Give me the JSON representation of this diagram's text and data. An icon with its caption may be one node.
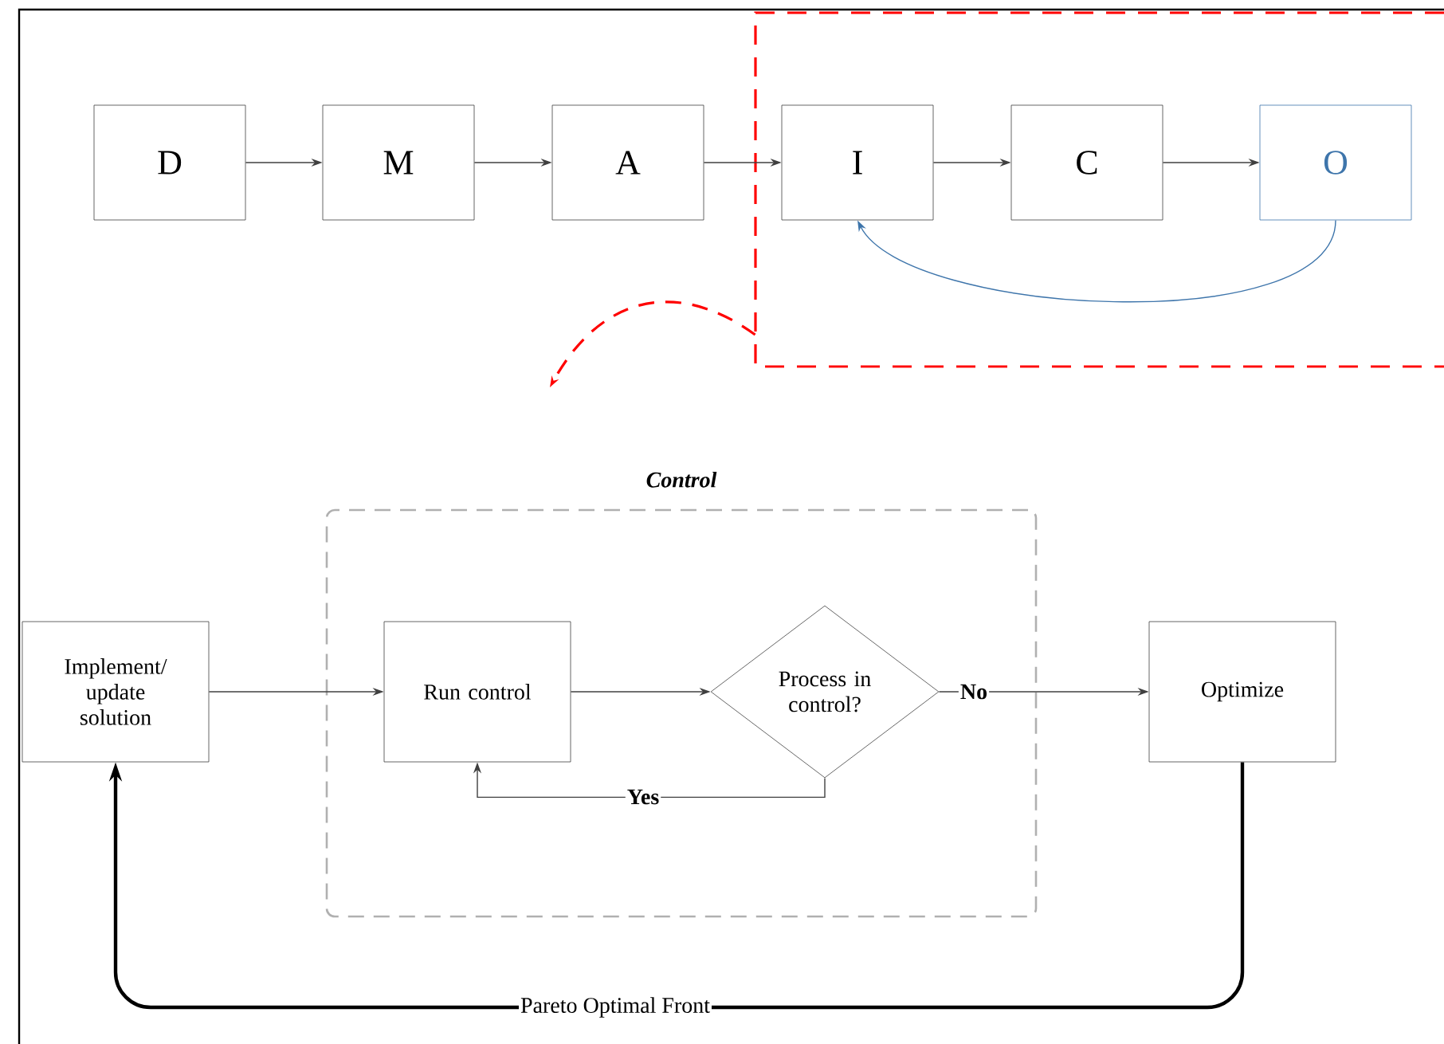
{
  "diagram": {
    "nodes": [
      {
        "text": [
          "D"
        ]
      },
      {
        "text": [
          "M"
        ]
      },
      {
        "text": [
          "A"
        ]
      },
      {
        "text": [],
        "shape": "box"
      },
      {
        "text": [
          "I"
        ],
        "in": 3
      },
      {
        "text": [
          "C"
        ],
        "in": 3
      },
      {
        "text": [
          "O"
        ],
        "in": 3
      },
      {
        "text": [
          "Control"
        ]
      },
      {
        "text": [
          "Implement/ update solution"
        ]
      },
      {
        "text": [
          "Run control"
        ],
        "in": 7
      },
      {
        "text": [
          "Process in control?"
        ],
        "in": 7
      },
      {
        "text": [
          "Optimize"
        ]
      }
    ],
    "edges": [
      {
        "from": 0,
        "to": 1,
        "arrow": "to"
      },
      {
        "from": 1,
        "to": 2,
        "arrow": "to"
      },
      {
        "from": 2,
        "to": 4,
        "arrow": "to"
      },
      {
        "from": 4,
        "to": 5,
        "arrow": "to"
      },
      {
        "from": 5,
        "to": 6,
        "arrow": "to"
      },
      {
        "from": 6,
        "to": 4,
        "arrow": "to",
        "color": "#3e75ab"
      },
      {
        "from": 3,
        "to": null,
        "arrow": "to",
        "style": "dashed",
        "color": "#ff0000"
      },
      {
        "from": 8,
        "to": 9,
        "arrow": "to"
      },
      {
        "from": 9,
        "to": 10,
        "arrow": "to"
      },
      {
        "from": 10,
        "to": 11,
        "arrow": "to",
        "label": "No"
      },
      {
        "from": 10,
        "to": 9,
        "arrow": "to",
        "label": "Yes"
      },
      {
        "from": 11,
        "to": 8,
        "arrow": "to",
        "label": "Pareto Optimal Front",
        "style": "thick",
        "color": "#000000"
      }
    ]
  }
}
